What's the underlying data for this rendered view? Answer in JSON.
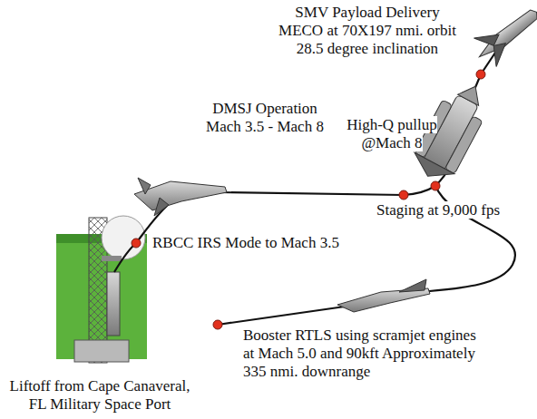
{
  "diagram": {
    "labels": [
      "SMV Payload Delivery MECO at 70X197 nmi. orbit 28.5 degree inclination",
      "High-Q pullup @Mach 8",
      "DMSJ Operation Mach 3.5 - Mach 8",
      "Staging at 9,000 fps",
      "RBCC IRS Mode to Mach 3.5",
      "Booster RTLS using scramjet engines at Mach 5.0 and 90kft Approximately 335 nmi. downrange",
      "Liftoff from Cape Canaveral, FL Military Space Port"
    ]
  }
}
